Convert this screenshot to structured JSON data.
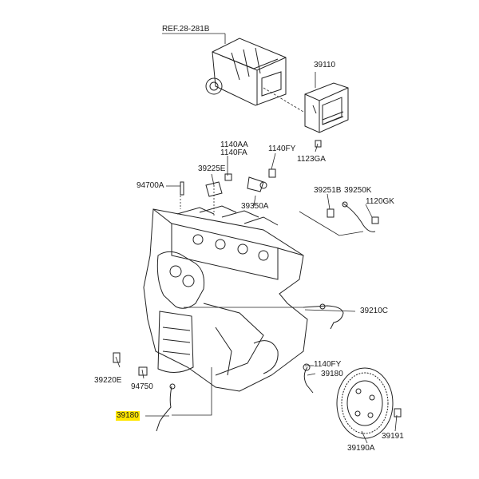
{
  "callouts": {
    "ref_air_cleaner": "REF.28-281B",
    "ecm": "39110",
    "ecm_bolt": "1123GA",
    "bolt_1140aa": "1140AA",
    "bolt_1140fa": "1140FA",
    "bolt_1140fy_top": "1140FY",
    "sensor_39225e": "39225E",
    "sensor_94700a": "94700A",
    "sensor_39350a": "39350A",
    "sensor_39251b": "39251B",
    "sensor_39250k": "39250K",
    "bolt_1120gk": "1120GK",
    "sensor_39210c": "39210C",
    "sensor_39220e": "39220E",
    "sensor_94750": "94750",
    "bolt_1140fy_bottom": "1140FY",
    "sensor_39180_right": "39180",
    "sensor_39180_left": "39180",
    "bolt_39191": "39191",
    "ring_39190a": "39190A"
  },
  "highlight_color": "#ffe600"
}
